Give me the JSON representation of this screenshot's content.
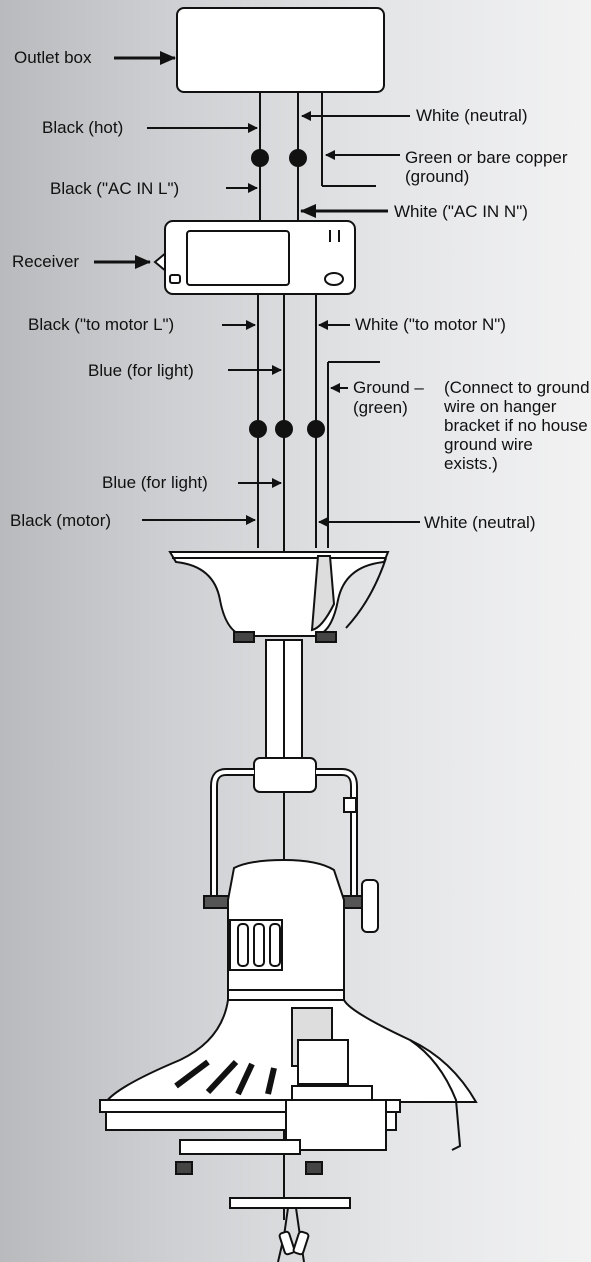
{
  "labels": {
    "outlet_box": "Outlet box",
    "black_hot": "Black (hot)",
    "white_neutral_top": "White (neutral)",
    "green_ground_top": "Green or bare copper (ground)",
    "black_ac_in_l": "Black (\"AC IN L\")",
    "white_ac_in_n": "White (\"AC IN N\")",
    "receiver": "Receiver",
    "black_to_motor_l": "Black (\"to motor L\")",
    "white_to_motor_n": "White (\"to motor N\")",
    "blue_light_top": "Blue (for light)",
    "ground_label": "Ground",
    "ground_color": "(green)",
    "ground_note": "(Connect to ground wire on hanger bracket if no house ground wire exists.)",
    "blue_light_bottom": "Blue (for light)",
    "black_motor": "Black (motor)",
    "white_neutral_bottom": "White (neutral)"
  },
  "icons": {
    "arrow": "arrow-icon",
    "wire_nut": "wire-nut-icon",
    "receiver": "receiver-box-icon",
    "fan": "ceiling-fan-icon"
  },
  "colors": {
    "ink": "#111111",
    "background_left": "#b9babd",
    "background_right": "#f2f2f3"
  }
}
